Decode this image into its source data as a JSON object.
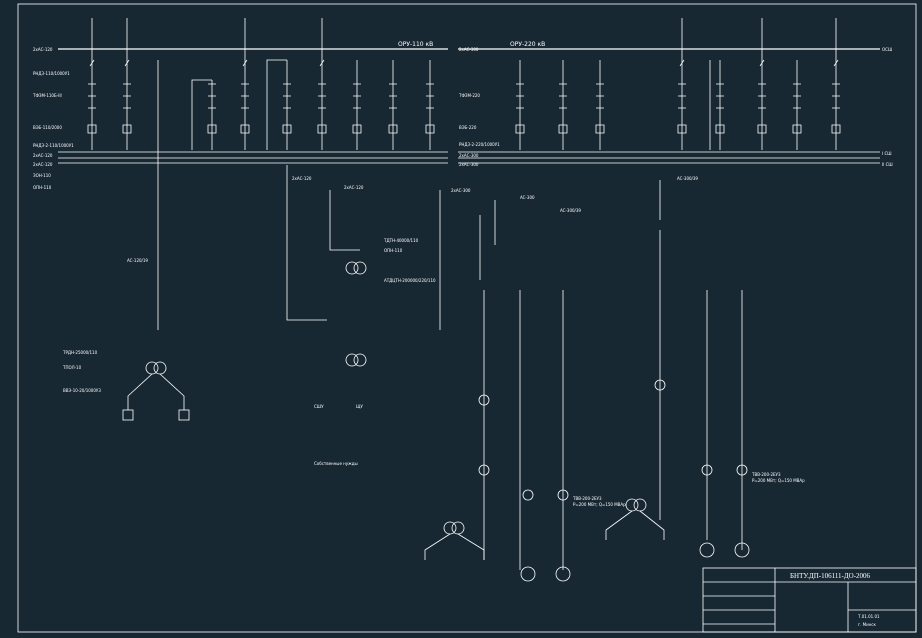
{
  "colors": {
    "background": "#182833",
    "line": "#ffffff"
  },
  "buses": {
    "oru110": "ОРУ-110 кВ",
    "oru220": "ОРУ-220 кВ"
  },
  "labels": {
    "bus_left_1": "2xAC-120",
    "bus_left_2": "РНДЗ-110/1000У1",
    "bus_left_3": "ТФЗМ-110Б-III",
    "bus_left_4": "ВЭБ-110/2000",
    "bus_left_5": "РНДЗ-2-110/1000У1",
    "bus_left_6": "2xAC-120",
    "bus_left_7": "2xAC-120",
    "bus_left_8": "ЗОН-110",
    "bus_left_9": "ОПН-110",
    "bus_right_1": "2xAC-300",
    "bus_right_2": "ТФЗМ-220",
    "bus_right_3": "ВЭБ-220",
    "bus_right_4": "РНДЗ-2-220/1000У1",
    "bus_right_5": "2xAC-300",
    "bus_right_6": "2xAC-300",
    "osh": "ОСШ",
    "isn": "I СШ",
    "iisn": "II СШ",
    "ac_line_left": "AC-120/19",
    "ac_mid_1": "2xAC-120",
    "ac_mid_2": "2xAC-120",
    "ac_mid_3": "2xAC-300",
    "ac_mid_4": "AC-300",
    "ac_right": "AC-300/39",
    "ac_far_right": "AC-300/39",
    "tr_left_1": "ТРДН-25000/110",
    "tr_left_2": "ТПОЛ-10",
    "tr_left_3": "ВВЭ-10-20/1000У3",
    "ssh": "СШУ",
    "shu": "ЩУ",
    "own_needs": "Собственные нужды",
    "tr_center_1": "ТДТН-40000/110",
    "tr_center_2": "ОПН-110",
    "tr_center_3": "АТДЦТН-200000/220/110",
    "gen_left": "ТВВ-200-2ЕУ3",
    "gen_right": "ТВВ-200-2ЕУ3",
    "gen_note_left": "Р=200 МВт; Q=150 МВАр",
    "gen_note_right": "Р=200 МВт; Q=150 МВАр"
  },
  "stamp": {
    "code": "БНТУ.ДП-106111-ДО-2006",
    "sheet": "Т.01.01.01",
    "org": "г. Минск"
  }
}
